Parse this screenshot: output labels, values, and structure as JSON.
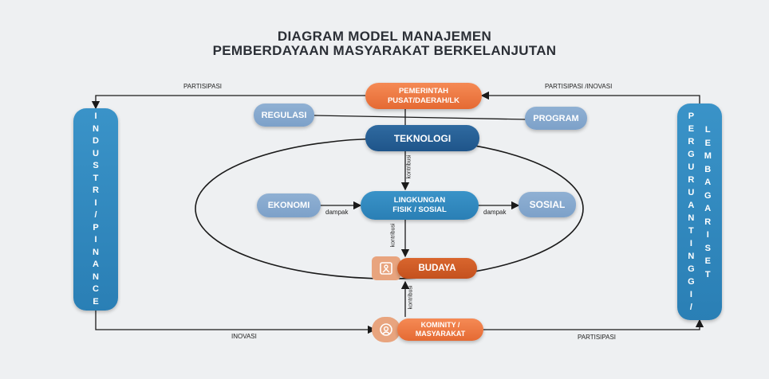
{
  "title": {
    "line1": "DIAGRAM MODEL MANAJEMEN",
    "line2": "PEMBERDAYAAN MASYARAKAT BERKELANJUTAN"
  },
  "nodes": {
    "pemerintah_line1": "PEMERINTAH",
    "pemerintah_line2": "PUSAT/DAERAH/LK",
    "regulasi": "REGULASI",
    "program": "PROGRAM",
    "teknologi": "TEKNOLOGI",
    "ekonomi": "EKONOMI",
    "lingkungan_line1": "LINGKUNGAN",
    "lingkungan_line2": "FISIK / SOSIAL",
    "sosial": "SOSIAL",
    "budaya": "BUDAYA",
    "komunitas_line1": "KOMINITY /",
    "komunitas_line2": "MASYARAKAT"
  },
  "left_pillar": [
    "I",
    "N",
    "D",
    "U",
    "S",
    "T",
    "R",
    "I",
    "/",
    "P",
    "I",
    "N",
    "A",
    "N",
    "C",
    "E"
  ],
  "right_pillar": {
    "col1": [
      "P",
      "E",
      "R",
      "G",
      "U",
      "R",
      "U",
      "A",
      "N",
      "T",
      "I",
      "N",
      "G",
      "G",
      "I",
      "/"
    ],
    "col2": [
      "L",
      "E",
      "M",
      "B",
      "A",
      "G",
      "A",
      "R",
      "I",
      "S",
      "E",
      "T"
    ]
  },
  "edge_labels": {
    "partisipasi_top_left": "PARTISIPASI",
    "partisipasi_top_right": "PARTISIPASI /INOVASI",
    "inovasi_bottom": "INOVASI",
    "partisipasi_bottom_right": "PARTISIPASI",
    "dampak_left": "dampak",
    "dampak_right": "dampak",
    "kontribusi_1": "kontribusi",
    "kontribusi_2": "kontribusi",
    "kontribusi_3": "kontribusi"
  },
  "colors": {
    "orange": "#ef7a45",
    "blue": "#2f86bf",
    "navy": "#245f95",
    "light_blue": "#86a8cf",
    "background": "#eef0f2"
  }
}
